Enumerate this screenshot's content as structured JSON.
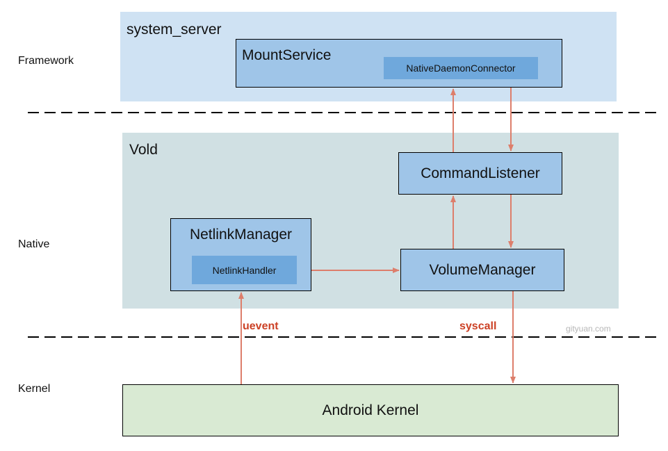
{
  "layers": {
    "framework": "Framework",
    "native": "Native",
    "kernel": "Kernel"
  },
  "system_server": {
    "title": "system_server",
    "mount_service": "MountService",
    "connector": "NativeDaemonConnector"
  },
  "vold": {
    "title": "Vold",
    "command_listener": "CommandListener",
    "netlink_manager": "NetlinkManager",
    "netlink_handler": "NetlinkHandler",
    "volume_manager": "VolumeManager"
  },
  "kernel": {
    "label": "Android Kernel"
  },
  "edges": {
    "uevent": "uevent",
    "syscall": "syscall"
  },
  "watermark": "gityuan.com",
  "colors": {
    "arrow": "#dd7e6b",
    "label": "#cc4125",
    "system_server_bg": "#cfe2f3",
    "vold_bg": "#d0e0e3",
    "component": "#9fc5e8",
    "inner_component": "#6fa8dc",
    "kernel_bg": "#d9ead3"
  }
}
